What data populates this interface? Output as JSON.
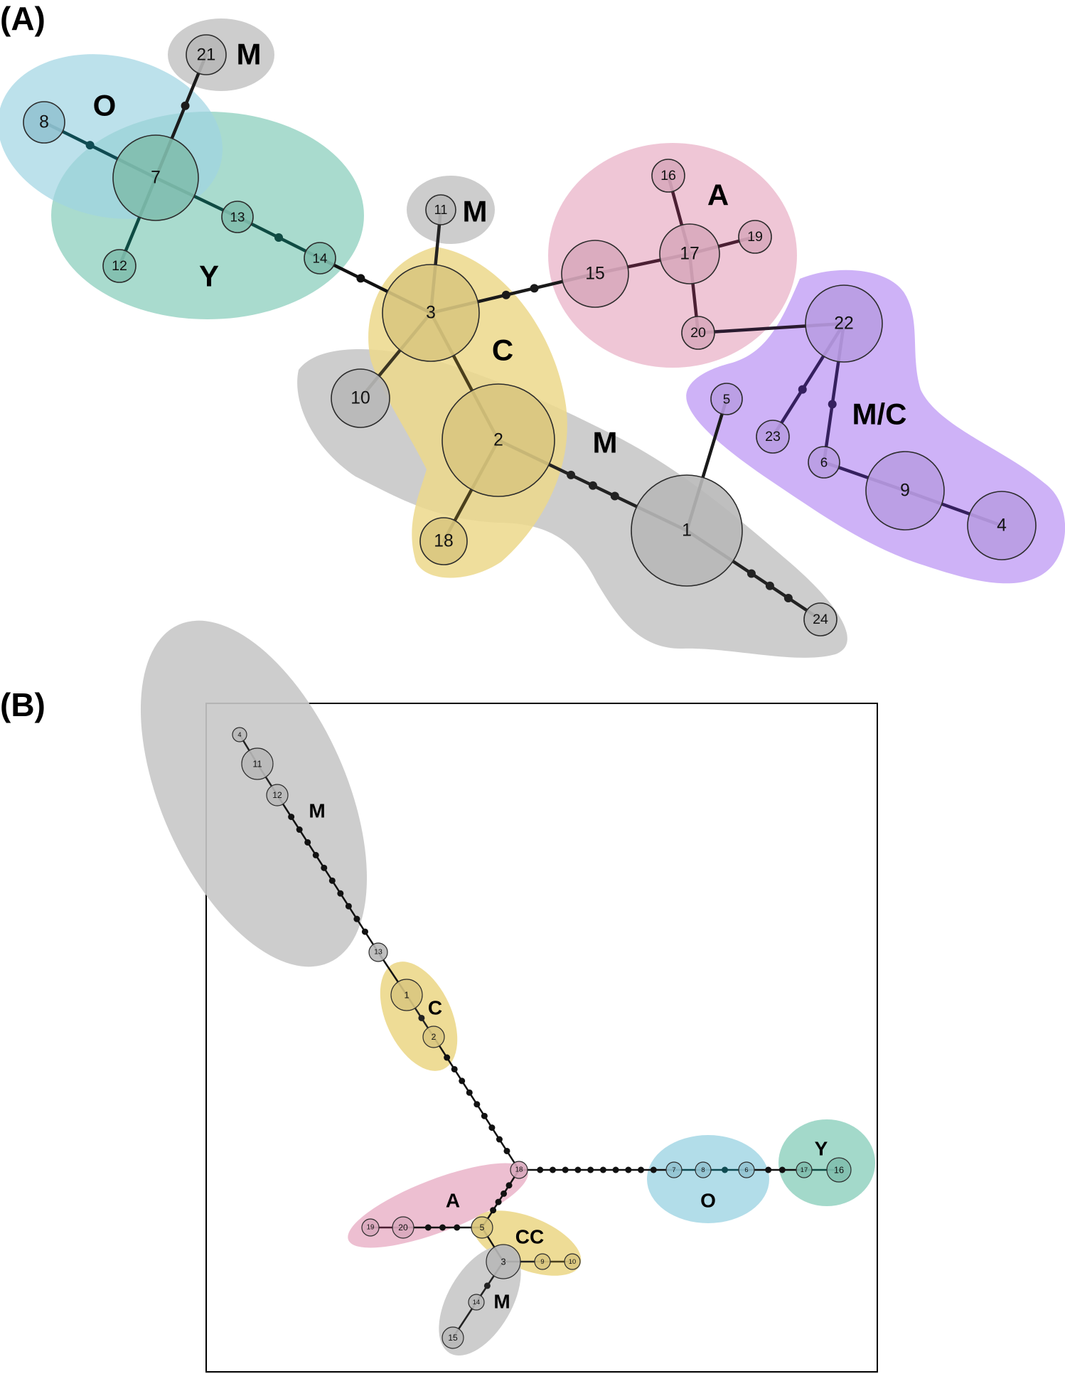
{
  "panels": [
    {
      "id": "A",
      "label": "(A)",
      "groups": [
        {
          "id": "A-M-top",
          "label": "M",
          "color": "#c8c8c8"
        },
        {
          "id": "A-O",
          "label": "O",
          "color": "#9fd4e3"
        },
        {
          "id": "A-Y",
          "label": "Y",
          "color": "#8ccfbd"
        },
        {
          "id": "A-M-11",
          "label": "M",
          "color": "#c8c8c8"
        },
        {
          "id": "A-C",
          "label": "C",
          "color": "#ecd88b"
        },
        {
          "id": "A-A",
          "label": "A",
          "color": "#ebb8cc"
        },
        {
          "id": "A-M-main",
          "label": "M",
          "color": "#c8c8c8"
        },
        {
          "id": "A-MC",
          "label": "M/C",
          "color": "#c9aaf6"
        }
      ],
      "nodes": [
        {
          "id": "1",
          "label": "1"
        },
        {
          "id": "2",
          "label": "2"
        },
        {
          "id": "3",
          "label": "3"
        },
        {
          "id": "4",
          "label": "4"
        },
        {
          "id": "5",
          "label": "5"
        },
        {
          "id": "6",
          "label": "6"
        },
        {
          "id": "7",
          "label": "7"
        },
        {
          "id": "8",
          "label": "8"
        },
        {
          "id": "9",
          "label": "9"
        },
        {
          "id": "10",
          "label": "10"
        },
        {
          "id": "11",
          "label": "11"
        },
        {
          "id": "12",
          "label": "12"
        },
        {
          "id": "13",
          "label": "13"
        },
        {
          "id": "14",
          "label": "14"
        },
        {
          "id": "15",
          "label": "15"
        },
        {
          "id": "16",
          "label": "16"
        },
        {
          "id": "17",
          "label": "17"
        },
        {
          "id": "18",
          "label": "18"
        },
        {
          "id": "19",
          "label": "19"
        },
        {
          "id": "20",
          "label": "20"
        },
        {
          "id": "21",
          "label": "21"
        },
        {
          "id": "22",
          "label": "22"
        },
        {
          "id": "23",
          "label": "23"
        },
        {
          "id": "24",
          "label": "24"
        }
      ],
      "edges": [
        [
          "7",
          "21"
        ],
        [
          "7",
          "8"
        ],
        [
          "7",
          "12"
        ],
        [
          "7",
          "13"
        ],
        [
          "13",
          "14"
        ],
        [
          "14",
          "3"
        ],
        [
          "3",
          "11"
        ],
        [
          "3",
          "10"
        ],
        [
          "3",
          "2"
        ],
        [
          "3",
          "15"
        ],
        [
          "2",
          "18"
        ],
        [
          "2",
          "1"
        ],
        [
          "1",
          "24"
        ],
        [
          "1",
          "5"
        ],
        [
          "15",
          "17"
        ],
        [
          "17",
          "16"
        ],
        [
          "17",
          "19"
        ],
        [
          "17",
          "20"
        ],
        [
          "20",
          "22"
        ],
        [
          "22",
          "23"
        ],
        [
          "22",
          "6"
        ],
        [
          "6",
          "9"
        ],
        [
          "9",
          "4"
        ]
      ]
    },
    {
      "id": "B",
      "label": "(B)",
      "groups": [
        {
          "id": "B-M-top",
          "label": "M",
          "color": "#c8c8c8"
        },
        {
          "id": "B-C",
          "label": "C",
          "color": "#ecd88b"
        },
        {
          "id": "B-A",
          "label": "A",
          "color": "#ebb8cc"
        },
        {
          "id": "B-CC",
          "label": "CC",
          "color": "#ecd88b"
        },
        {
          "id": "B-M-bottom",
          "label": "M",
          "color": "#c8c8c8"
        },
        {
          "id": "B-O",
          "label": "O",
          "color": "#9fd4e3"
        },
        {
          "id": "B-Y",
          "label": "Y",
          "color": "#8ccfbd"
        }
      ],
      "nodes": [
        {
          "id": "1",
          "label": "1"
        },
        {
          "id": "2",
          "label": "2"
        },
        {
          "id": "3",
          "label": "3"
        },
        {
          "id": "4",
          "label": "4"
        },
        {
          "id": "5",
          "label": "5"
        },
        {
          "id": "6",
          "label": "6"
        },
        {
          "id": "7",
          "label": "7"
        },
        {
          "id": "8",
          "label": "8"
        },
        {
          "id": "9",
          "label": "9"
        },
        {
          "id": "10",
          "label": "10"
        },
        {
          "id": "11",
          "label": "11"
        },
        {
          "id": "12",
          "label": "12"
        },
        {
          "id": "13",
          "label": "13"
        },
        {
          "id": "14",
          "label": "14"
        },
        {
          "id": "15",
          "label": "15"
        },
        {
          "id": "16",
          "label": "16"
        },
        {
          "id": "17",
          "label": "17"
        },
        {
          "id": "18",
          "label": "18"
        },
        {
          "id": "19",
          "label": "19"
        },
        {
          "id": "20",
          "label": "20"
        }
      ],
      "edges": [
        [
          "4",
          "11"
        ],
        [
          "11",
          "12"
        ],
        [
          "12",
          "13"
        ],
        [
          "13",
          "1"
        ],
        [
          "1",
          "2"
        ],
        [
          "2",
          "18"
        ],
        [
          "18",
          "7"
        ],
        [
          "7",
          "8"
        ],
        [
          "8",
          "6"
        ],
        [
          "6",
          "17"
        ],
        [
          "17",
          "16"
        ],
        [
          "18",
          "5"
        ],
        [
          "5",
          "20"
        ],
        [
          "20",
          "19"
        ],
        [
          "5",
          "3"
        ],
        [
          "3",
          "9"
        ],
        [
          "9",
          "10"
        ],
        [
          "3",
          "14"
        ],
        [
          "14",
          "15"
        ]
      ]
    }
  ]
}
